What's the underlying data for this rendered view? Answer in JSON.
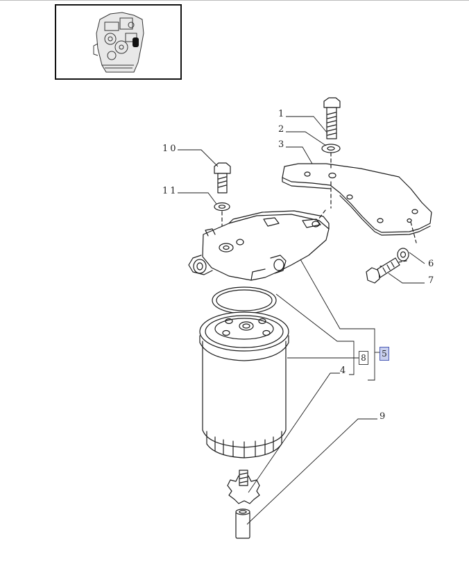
{
  "callouts": {
    "c1": "1",
    "c2": "2",
    "c3": "3",
    "c4": "4",
    "c6": "6",
    "c7": "7",
    "c9": "9",
    "c10": "10",
    "c11": "11"
  },
  "boxed_labels": {
    "b8": "8",
    "b5": "5"
  },
  "colors": {
    "line": "#1a1a1a",
    "highlight_fill": "#c9d0ee",
    "highlight_border": "#4a5bb5"
  }
}
